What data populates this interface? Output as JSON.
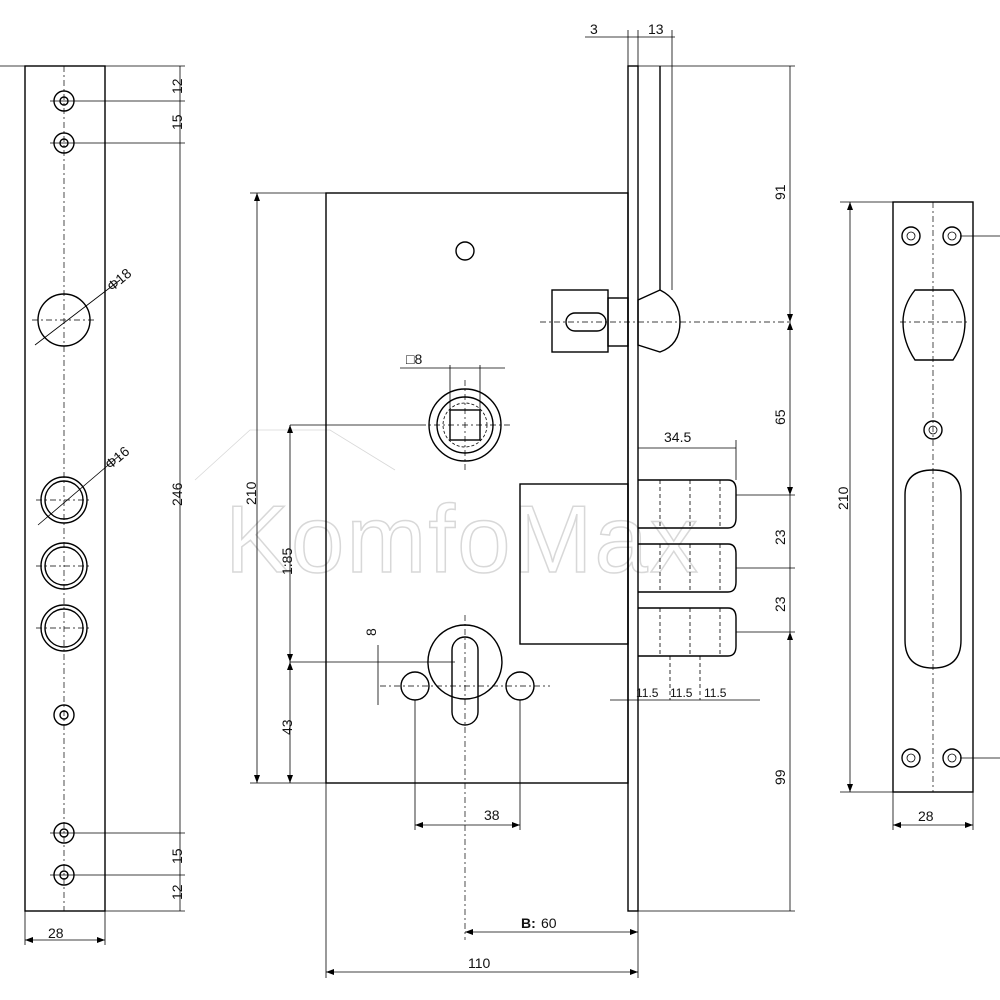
{
  "watermark": "KomfoMax",
  "left_strike": {
    "dims": {
      "top_12": "12",
      "top_15": "15",
      "hole_d18": "Φ18",
      "hole_d16": "Φ16",
      "length": "246",
      "bottom_15": "15",
      "bottom_12": "12",
      "width": "28"
    }
  },
  "lock_body": {
    "dims": {
      "faceplate_thickness": "3",
      "latch_projection": "13",
      "spindle_square": "□8",
      "bolt_throw": "34.5",
      "body_height": "210",
      "spindle_to_cylinder": "1:85",
      "cylinder_to_bottom": "43",
      "cyl_offset": "8",
      "screw_spacing": "38",
      "backset_label": "B:",
      "backset_value": "60",
      "body_depth": "110",
      "bolt_spacing_1": "23",
      "bolt_spacing_2": "23",
      "top_to_latch": "91",
      "latch_to_bolts": "65",
      "bolts_to_bottom": "99",
      "bolt_dia_1": "11.5",
      "bolt_dia_2": "11.5",
      "bolt_dia_3": "11.5"
    }
  },
  "right_strike": {
    "dims": {
      "height": "210",
      "width": "28"
    }
  }
}
